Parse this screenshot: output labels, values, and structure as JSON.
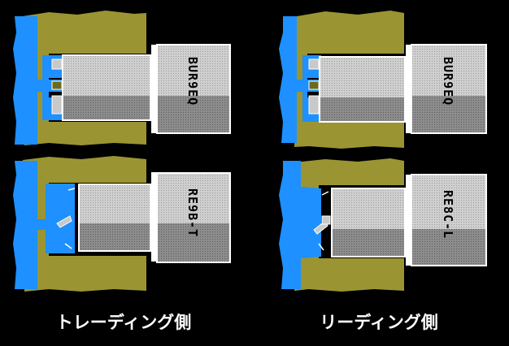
{
  "diagram": {
    "panels": [
      {
        "id": "trailing-top",
        "label": "BUR9EQ"
      },
      {
        "id": "leading-top",
        "label": "BUR9EQ"
      },
      {
        "id": "trailing-bottom",
        "label": "RE9B-T"
      },
      {
        "id": "leading-bottom",
        "label": "RE8C-L"
      }
    ],
    "captions": {
      "left": "トレーディング側",
      "right": "リーディング側"
    },
    "colors": {
      "background": "#000000",
      "olive": "#9b9433",
      "blue": "#1e90ff",
      "gray_light": "#c9c9c9",
      "gray_dark": "#8f8f8f",
      "outline": "#ffffff"
    }
  }
}
